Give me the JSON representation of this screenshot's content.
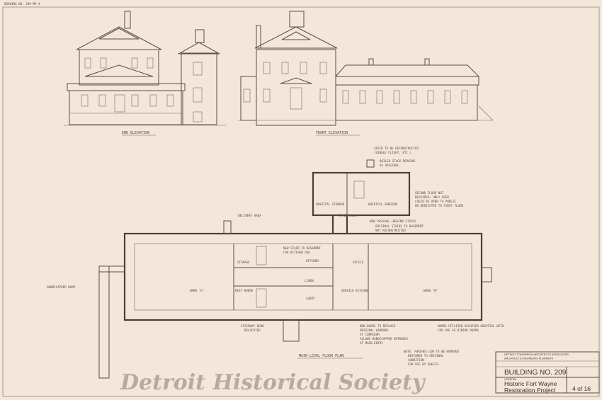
{
  "sheet": {
    "corner_note": "DRAWING NO. 209-MP-4",
    "watermark": "Detroit Historical Society"
  },
  "elevations": {
    "end_label": "END ELEVATION",
    "front_label": "FRONT ELEVATION"
  },
  "plan": {
    "title": "MAIN LEVEL FLOOR PLAN",
    "rooms": {
      "ward_a": "WARD \"A\"",
      "ward_b": "WARD \"B\"",
      "kitchen": "KITCHEN",
      "lobby": "LOBBY",
      "service_kitchen": "SERVICE KITCHEN",
      "storage": "STORAGE",
      "rest_rooms": "REST ROOMS",
      "stair_hall": "STAIR HALL",
      "hospital_steward": "HOSPITAL STEWARD",
      "hospital_surgeon": "HOSPITAL SURGEON",
      "linen": "LINEN",
      "office": "OFFICE"
    },
    "notes": {
      "delivery": "DELIVERY AREA",
      "ramp": "HANDICAPPED RAMP",
      "new_stair": [
        "NEW STAIR TO BASEMENT",
        "FOR KITCHEN USE"
      ],
      "stair_door": [
        "STAIRWAY DOOR",
        "RELOCATED"
      ],
      "boiler": [
        "BOILER STACK REMAINS",
        "AS ORIGINAL"
      ],
      "to_be_reconstructed": [
        "STAIR TO BE RECONSTRUCTED",
        "(SINGLE FLIGHT, ETC.)"
      ],
      "second_floor": [
        "SECOND FLOOR NOT",
        "REPAIRED; ONLY USED",
        "COULD BE OPEN TO PUBLIC",
        "OR DEDICATED TO FIRST FLOOR"
      ],
      "passage": "NEW PASSAGE (BEHIND STAIR)",
      "original_stairs": [
        "ORIGINAL STAIRS TO BASEMENT",
        "NOT RECONSTRUCTED"
      ],
      "new_doors": [
        "NEW DOORS TO REPLACE",
        "ORIGINAL WINDOWS",
        "AT CORRIDOR",
        "ALLOWS HANDICAPPED ENTRANCE",
        "AT MAIN ENTRY"
      ],
      "wards_use": [
        "WARDS UTILIZED OCCUPIED HOSPITAL WITH",
        "FOR USE AS DINING ROOMS"
      ],
      "note_bottom": [
        "NOTE: PORCHES LOW TO BE REMOVED",
        "RESTORED TO ORIGINAL",
        "CONDITION",
        "FOR USE BY GUESTS"
      ]
    }
  },
  "title_block": {
    "firm": [
      "DETROIT TOMORROW ARCHITECTS ASSOCIATES",
      "ARCHITECTS ENGINEERS PLANNERS"
    ],
    "building": "BUILDING NO. 209",
    "building_type": "HOSPITAL",
    "project_line1": "Historic Fort Wayne",
    "project_line2": "Restoration Project",
    "sheet_number": "4 of 16"
  }
}
